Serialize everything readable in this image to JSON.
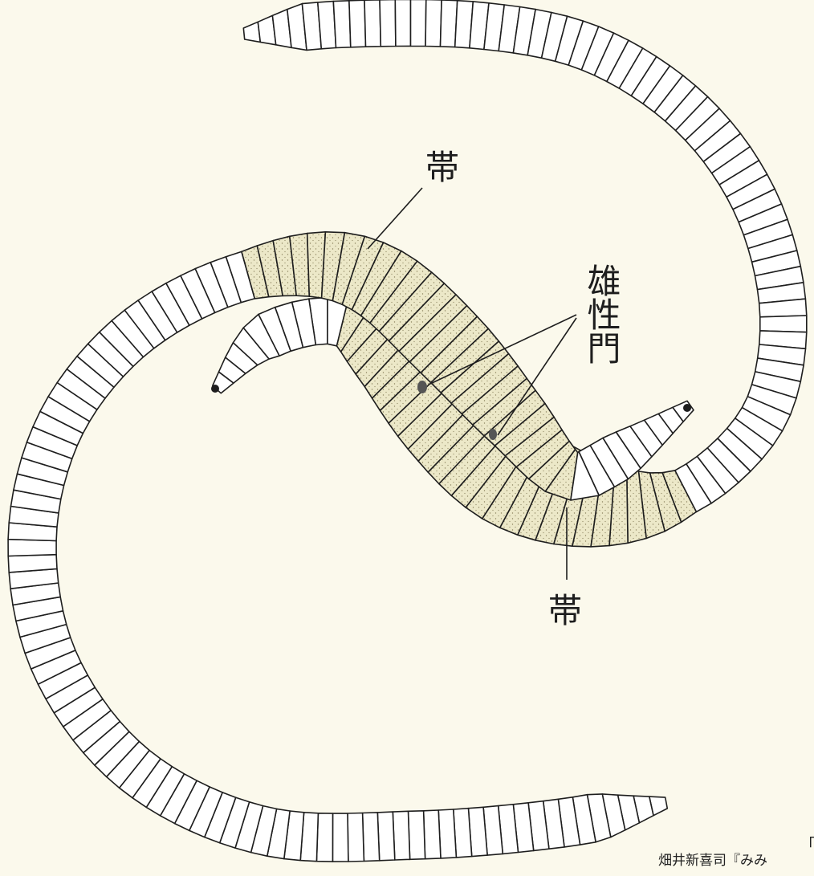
{
  "figure": {
    "labels": {
      "clitellum_top": "帯",
      "male_pore": "雄性門",
      "clitellum_bottom": "帯"
    },
    "credit_text": "畑井新喜司『みみ",
    "bracket_text": "「"
  },
  "colors": {
    "paper": "#fbf9ec",
    "ink": "#1e1e1e",
    "worm_body": "#ffffff",
    "clitellum": "#eae6c6"
  },
  "icons": [
    "earthworm-illustration"
  ]
}
